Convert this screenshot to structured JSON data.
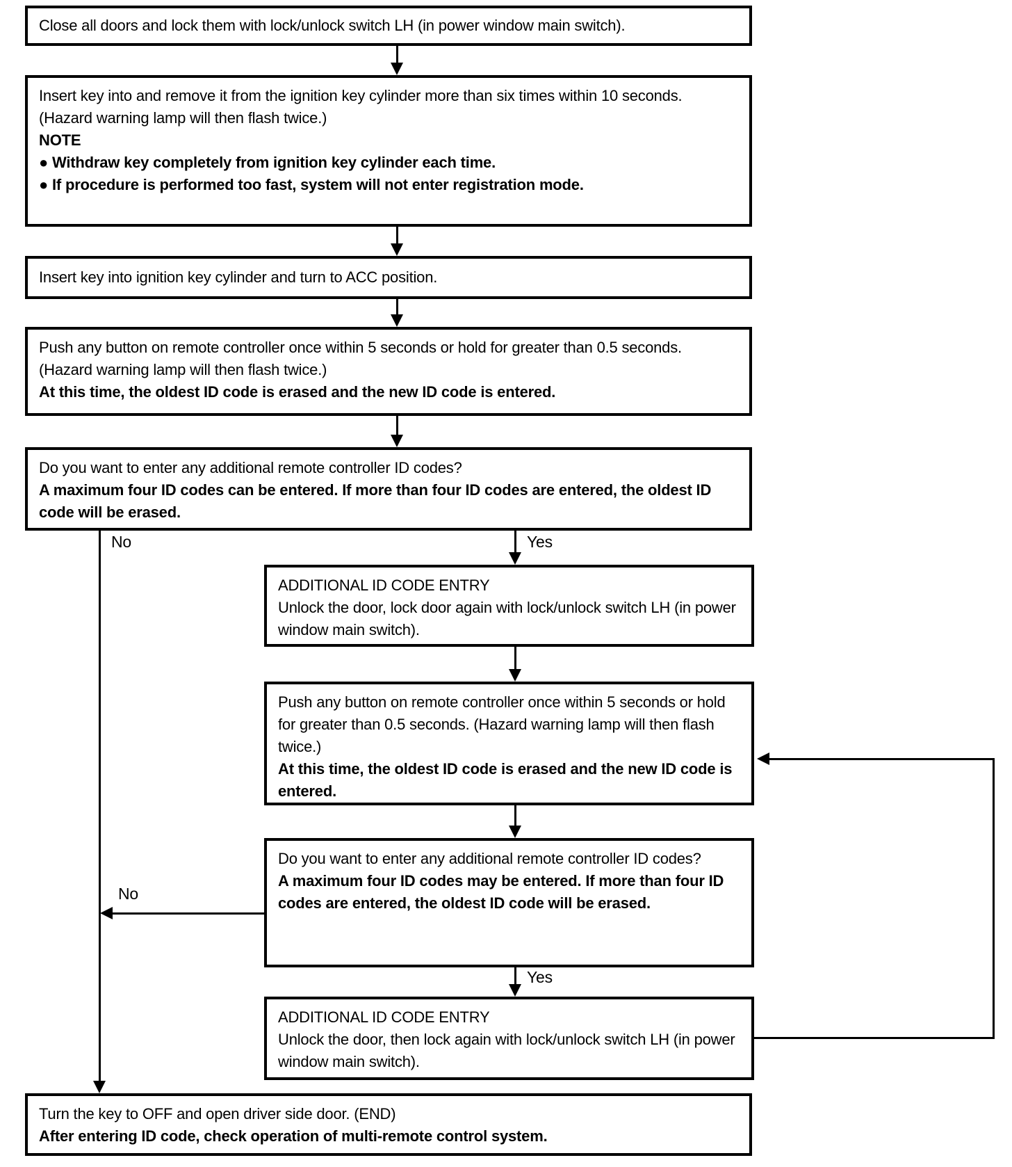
{
  "diagram": {
    "title": "Multi-remote control ID code entry procedure flowchart",
    "labels": {
      "yes1": "Yes",
      "no1": "No",
      "yes2": "Yes",
      "no2": "No"
    },
    "nodes": {
      "close_doors": {
        "l1": "Close all doors and lock them with lock/unlock switch LH (in power window main switch)."
      },
      "insert_remove_key": {
        "l1": "Insert key into and remove it from the ignition key cylinder more than six times within 10 seconds.",
        "l2": "(Hazard warning lamp will then flash twice.)",
        "l3": "NOTE",
        "l4": "●  Withdraw key completely from ignition key cylinder each time.",
        "l5": "●  If procedure is performed too fast, system will not enter registration mode."
      },
      "turn_acc": {
        "l1": "Insert key into ignition key cylinder and turn to ACC position."
      },
      "push_button_1": {
        "l1": "Push any button on remote controller once within 5 seconds or hold for greater than 0.5 seconds. (Hazard warning lamp will then flash twice.)",
        "l2": "At this time, the oldest ID code is erased and the new ID code is entered."
      },
      "decision_1": {
        "l1": "Do you want to enter any additional remote controller ID codes?",
        "l2": "A maximum four ID codes can be entered. If more than four ID codes are entered, the oldest ID code will be erased."
      },
      "additional_entry_1": {
        "l1": "ADDITIONAL ID CODE ENTRY",
        "l2": "Unlock the door, lock door again with lock/unlock switch LH (in power window main switch)."
      },
      "push_button_2": {
        "l1": "Push any button on remote controller once within 5 seconds or hold for greater than 0.5 seconds. (Hazard warning lamp will then flash twice.)",
        "l2": "At this time, the oldest ID code is erased and the new ID code is entered."
      },
      "decision_2": {
        "l1": "Do you want to enter any additional remote controller ID codes?",
        "l2": "A maximum four ID codes may be entered. If more than four ID codes are entered, the oldest ID code will be erased."
      },
      "additional_entry_2": {
        "l1": "ADDITIONAL ID CODE ENTRY",
        "l2": "Unlock the door, then lock again with lock/unlock switch LH (in power window main switch)."
      },
      "end": {
        "l1": "Turn the key to OFF and open driver side door. (END)",
        "l2": "After entering ID code, check operation of multi-remote control system."
      }
    }
  }
}
